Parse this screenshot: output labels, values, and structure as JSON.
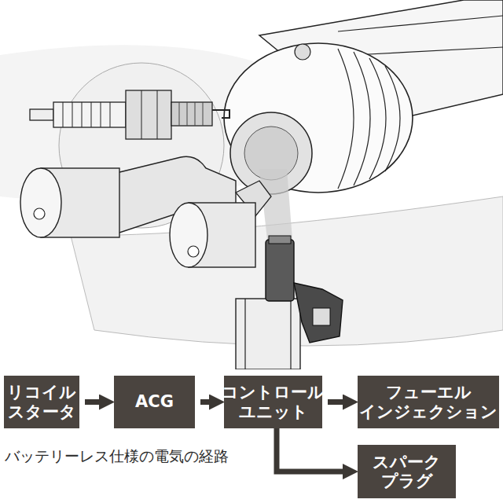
{
  "diagram": {
    "nodes": [
      {
        "text": [
          "リコイル スタータ"
        ]
      },
      {
        "text": [
          "ACG"
        ]
      },
      {
        "text": [
          "コントロール ユニット"
        ]
      },
      {
        "text": [
          "フューエル インジェクション"
        ]
      },
      {
        "text": [
          "スパーク プラグ"
        ]
      }
    ],
    "edges": [
      {
        "from": 0,
        "to": 1,
        "arrow": "to"
      },
      {
        "from": 1,
        "to": 2,
        "arrow": "to"
      },
      {
        "from": 2,
        "to": 3,
        "arrow": "to"
      },
      {
        "from": 2,
        "to": 4,
        "arrow": "to"
      }
    ],
    "labels": [
      "バッテリーレス仕様の電気の経路"
    ]
  }
}
